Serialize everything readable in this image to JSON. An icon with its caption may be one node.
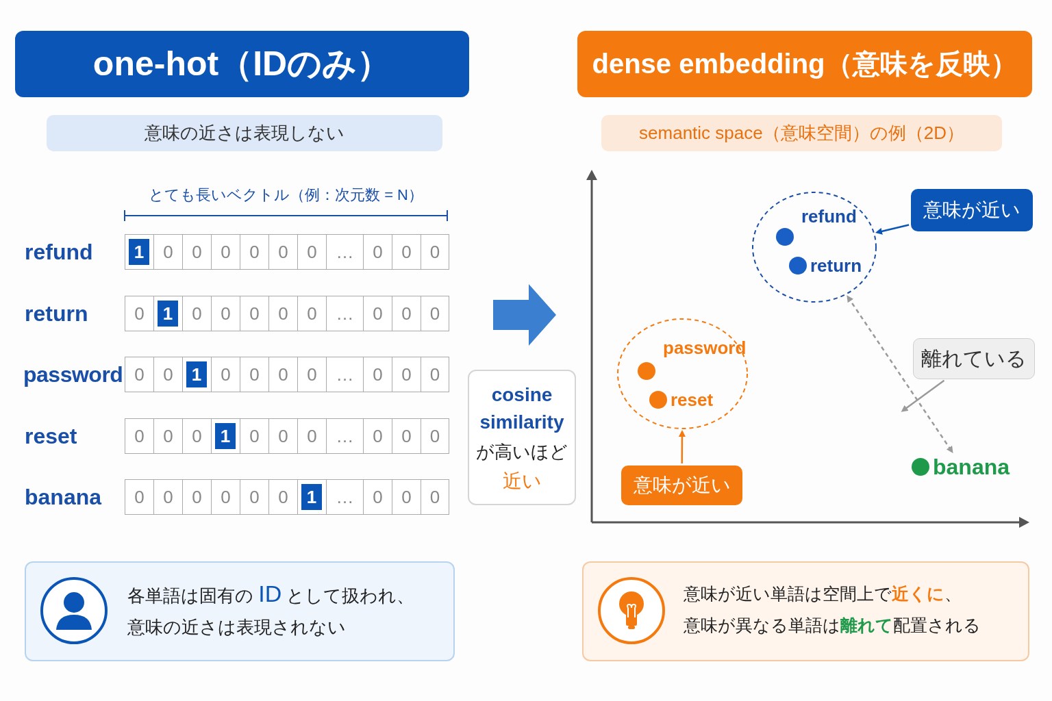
{
  "diagram": {
    "nodes": [
      {
        "text": [
          "one-hot（IDのみ）"
        ]
      },
      {
        "text": [
          "意味の近さは表現しない"
        ]
      },
      {
        "text": [
          "1",
          "0",
          "0",
          "0",
          "0",
          "0",
          "0",
          "…",
          "0",
          "0",
          "0"
        ],
        "beside": [
          "refund"
        ]
      },
      {
        "text": [
          "0",
          "1",
          "0",
          "0",
          "0",
          "0",
          "0",
          "…",
          "0",
          "0",
          "0"
        ],
        "beside": [
          "return"
        ]
      },
      {
        "text": [
          "0",
          "0",
          "1",
          "0",
          "0",
          "0",
          "0",
          "…",
          "0",
          "0",
          "0"
        ],
        "beside": [
          "password"
        ]
      },
      {
        "text": [
          "0",
          "0",
          "0",
          "1",
          "0",
          "0",
          "0",
          "…",
          "0",
          "0",
          "0"
        ],
        "beside": [
          "reset"
        ]
      },
      {
        "text": [
          "0",
          "0",
          "0",
          "0",
          "0",
          "0",
          "1",
          "…",
          "0",
          "0",
          "0"
        ],
        "beside": [
          "banana"
        ]
      },
      {
        "text": [
          "cosine similarity",
          "が高いほど",
          "近い"
        ]
      },
      {
        "text": [
          "dense embedding（意味を反映）"
        ]
      },
      {
        "text": [
          "semantic space（意味空間）の例（2D）"
        ]
      },
      {
        "text": [],
        "shape": "circle"
      },
      {
        "text": [
          "refund"
        ],
        "in": 10
      },
      {
        "text": [
          "return"
        ],
        "in": 10
      },
      {
        "text": [
          "意味が近い"
        ]
      },
      {
        "text": [],
        "shape": "circle"
      },
      {
        "text": [
          "password"
        ],
        "in": 14
      },
      {
        "text": [
          "reset"
        ],
        "in": 14
      },
      {
        "text": [
          "意味が近い"
        ]
      },
      {
        "text": [
          "離れている"
        ]
      },
      {
        "text": [
          "banana"
        ]
      },
      {
        "text": [
          "各単語は固有の **ID** として扱われ、意味の近さは表現されない"
        ]
      },
      {
        "text": [
          "意味が近い単語は空間上で**近くに**、意味が異なる単語は**離れて**配置される"
        ]
      }
    ],
    "edges": [
      {
        "from": 13,
        "to": 10,
        "arrow": "to",
        "color": "#0a55b5"
      },
      {
        "from": 17,
        "to": 14,
        "arrow": "to",
        "color": "#f47a10"
      },
      {
        "from": 10,
        "to": 19,
        "arrow": "both",
        "style": "dashed",
        "color": "#9a9a9a"
      },
      {
        "from": 18,
        "to": null,
        "arrow": "to",
        "color": "#9a9a9a"
      }
    ],
    "labels": [
      "とても長いベクトル（例：次元数 = N）"
    ]
  }
}
